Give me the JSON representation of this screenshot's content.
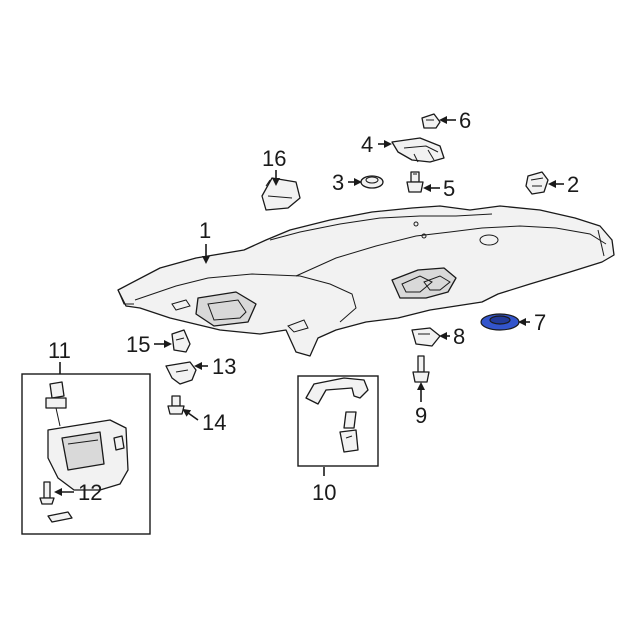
{
  "diagram": {
    "highlight_color": "#3355cc",
    "callouts": [
      {
        "id": "1",
        "label": "1"
      },
      {
        "id": "2",
        "label": "2"
      },
      {
        "id": "3",
        "label": "3"
      },
      {
        "id": "4",
        "label": "4"
      },
      {
        "id": "5",
        "label": "5"
      },
      {
        "id": "6",
        "label": "6"
      },
      {
        "id": "7",
        "label": "7"
      },
      {
        "id": "8",
        "label": "8"
      },
      {
        "id": "9",
        "label": "9"
      },
      {
        "id": "10",
        "label": "10"
      },
      {
        "id": "11",
        "label": "11"
      },
      {
        "id": "12",
        "label": "12"
      },
      {
        "id": "13",
        "label": "13"
      },
      {
        "id": "14",
        "label": "14"
      },
      {
        "id": "15",
        "label": "15"
      },
      {
        "id": "16",
        "label": "16"
      }
    ]
  }
}
